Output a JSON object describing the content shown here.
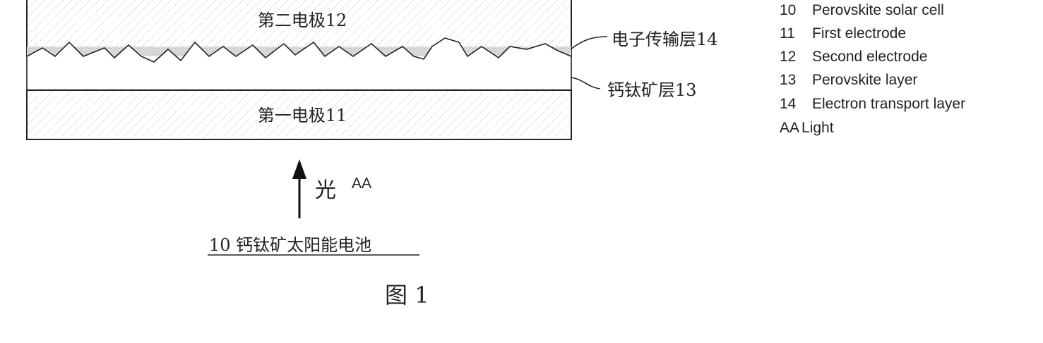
{
  "layers": {
    "second_electrode": "第二电极12",
    "first_electrode": "第一电极11"
  },
  "callouts": {
    "electron_transport": "电子传输层14",
    "perovskite": "钙钛矿层13"
  },
  "light": {
    "label_cn": "光",
    "label_code": "AA"
  },
  "caption": "10 钙钛矿太阳能电池",
  "figure_label": "图 1",
  "legend": [
    {
      "code": "10",
      "text": "Perovskite solar cell"
    },
    {
      "code": "11",
      "text": "First electrode"
    },
    {
      "code": "12",
      "text": "Second electrode"
    },
    {
      "code": "13",
      "text": "Perovskite layer"
    },
    {
      "code": "14",
      "text": "Electron transport layer"
    },
    {
      "code": "AA",
      "text": "Light"
    }
  ]
}
